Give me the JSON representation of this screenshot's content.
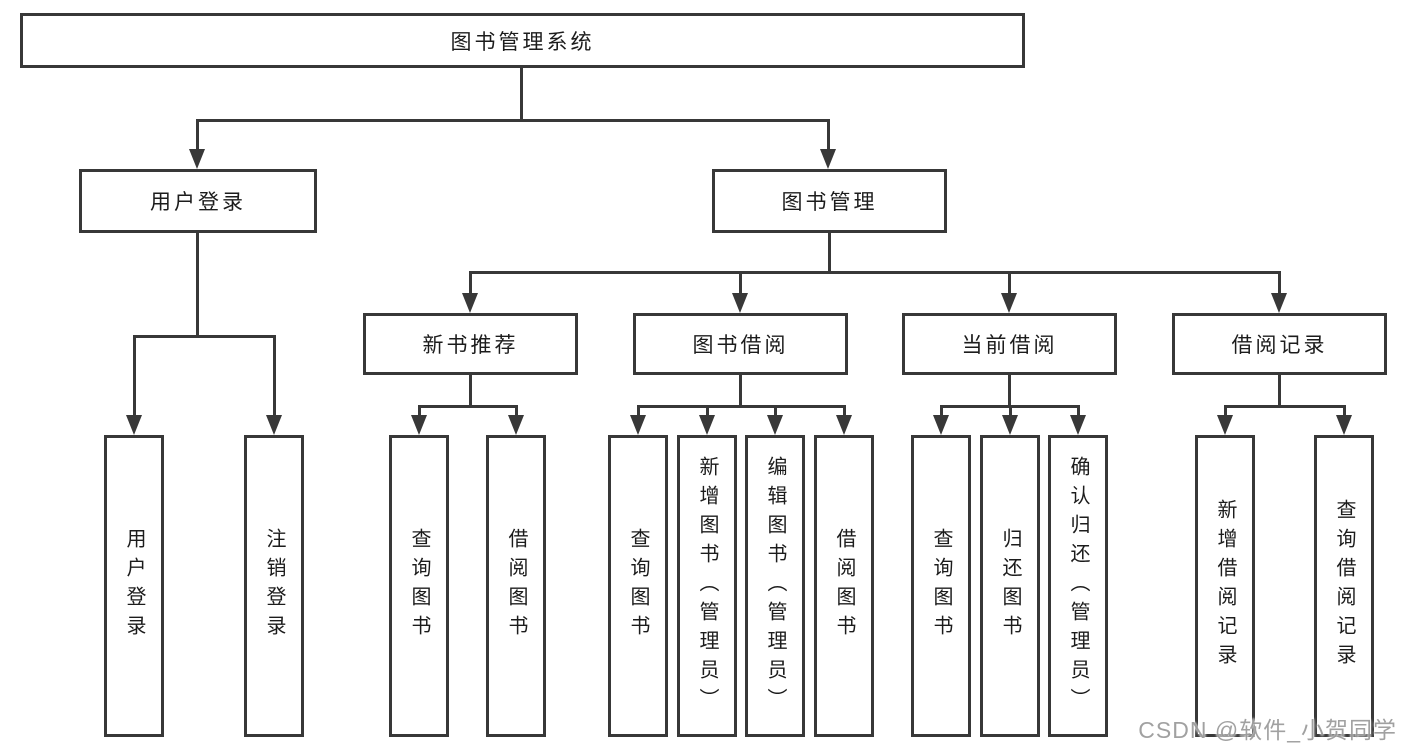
{
  "diagram": {
    "type": "hierarchy-tree",
    "title": "图书管理系统"
  },
  "nodes": {
    "root": "图书管理系统",
    "user_login": "用户登录",
    "book_management": "图书管理",
    "new_book_recommend": "新书推荐",
    "book_borrow": "图书借阅",
    "current_borrow": "当前借阅",
    "borrow_record": "借阅记录",
    "leaf_user_login": "用户登录",
    "leaf_logout": "注销登录",
    "leaf_nbr_query_book": "查询图书",
    "leaf_nbr_borrow_book": "借阅图书",
    "leaf_bb_query_book": "查询图书",
    "leaf_bb_add_book": "新增图书（管理员）",
    "leaf_bb_edit_book": "编辑图书（管理员）",
    "leaf_bb_borrow_book": "借阅图书",
    "leaf_cb_query_book": "查询图书",
    "leaf_cb_return_book": "归还图书",
    "leaf_cb_confirm_return": "确认归还（管理员）",
    "leaf_br_add_record": "新增借阅记录",
    "leaf_br_query_record": "查询借阅记录"
  },
  "watermark": "CSDN @软件_小贺同学",
  "colors": {
    "line": "#383838",
    "background": "#ffffff",
    "watermark_text": "#919191"
  }
}
